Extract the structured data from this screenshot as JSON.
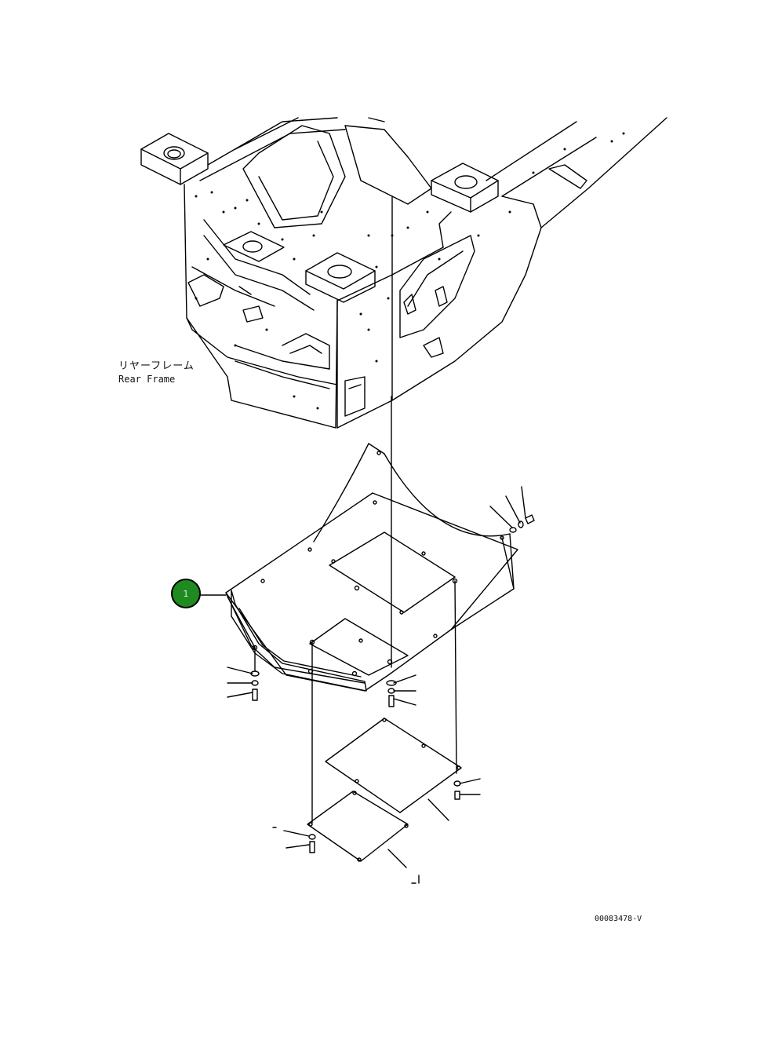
{
  "labels": {
    "rear_frame_jp": "リヤーフレーム",
    "rear_frame_en": "Rear Frame"
  },
  "callouts": [
    {
      "number": "1",
      "color": "#1f8a1f"
    }
  ],
  "figure_id": "00083478-V"
}
